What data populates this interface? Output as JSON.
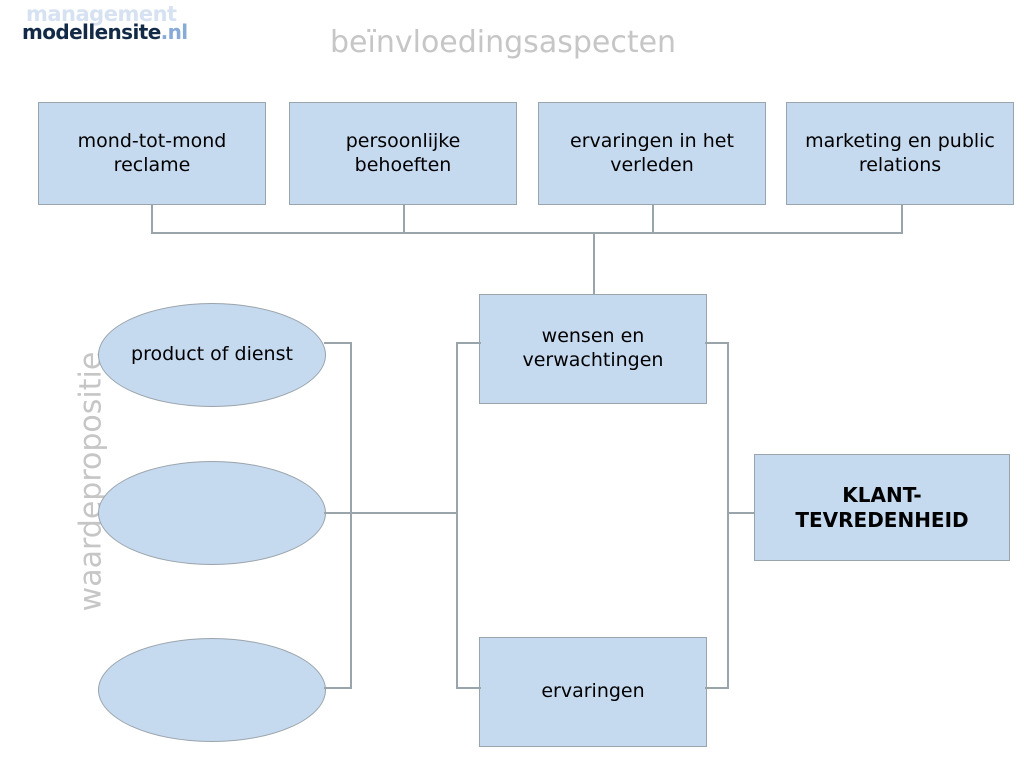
{
  "logo": {
    "line1": "management",
    "line2": "modellensite",
    "tld": ".nl"
  },
  "headings": {
    "top": "beïnvloedingsaspecten",
    "side": "waardepropositie"
  },
  "influence_boxes": [
    {
      "label": "mond-tot-mond reclame"
    },
    {
      "label": "persoonlijke behoeften"
    },
    {
      "label": "ervaringen in het verleden"
    },
    {
      "label": "marketing en public relations"
    }
  ],
  "value_proposition_ellipses": [
    {
      "label": "product of dienst"
    },
    {
      "label": ""
    },
    {
      "label": ""
    }
  ],
  "center_boxes": [
    {
      "label": "wensen en verwachtingen"
    },
    {
      "label": "ervaringen"
    }
  ],
  "outcome": {
    "label": "KLANT-TEVREDENHEID"
  },
  "colors": {
    "shape_fill": "#c5d9ef",
    "shape_border": "#9aa4ab",
    "connector": "#9aa4ab",
    "heading_gray": "#c6c6c6",
    "logo_navy": "#132a47",
    "logo_light": "#d6e2f2",
    "logo_tld": "#87aad6",
    "text": "#000000",
    "background": "#ffffff"
  }
}
